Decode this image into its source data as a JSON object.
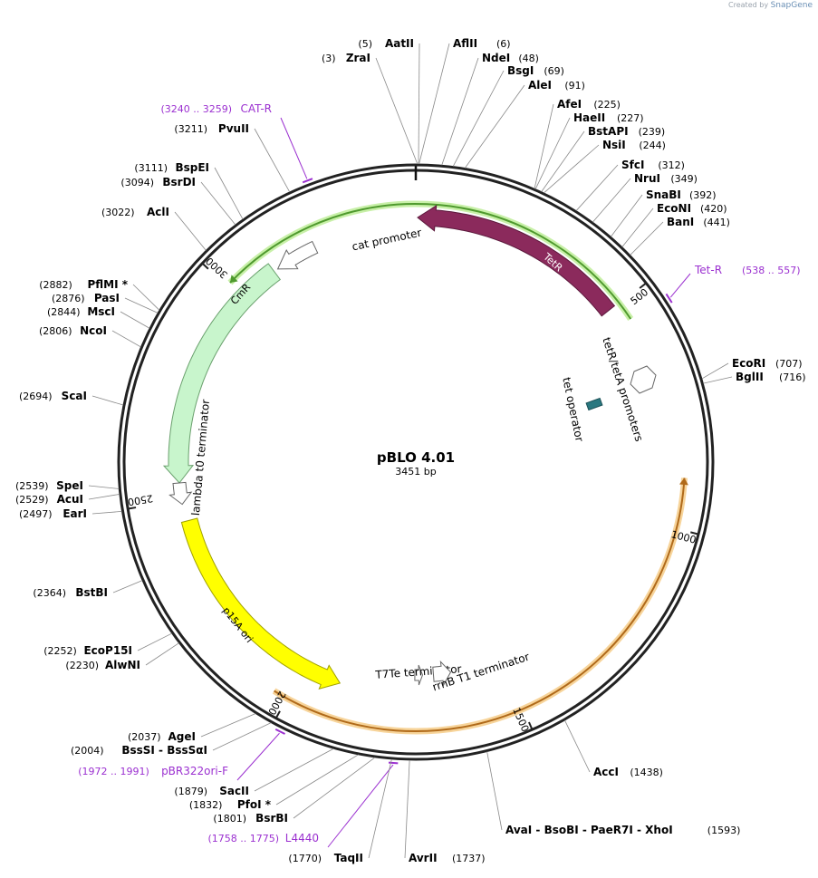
{
  "credit": {
    "created_by": "Created by",
    "brand": "SnapGene"
  },
  "plasmid": {
    "name": "pBLO 4.01",
    "size_label": "3451 bp",
    "length": 3451
  },
  "ticks": [
    {
      "pos": 500,
      "label": "500"
    },
    {
      "pos": 1000,
      "label": "1000"
    },
    {
      "pos": 1500,
      "label": "1500"
    },
    {
      "pos": 2000,
      "label": "2000"
    },
    {
      "pos": 2500,
      "label": "2500"
    },
    {
      "pos": 3000,
      "label": "3000"
    }
  ],
  "features": [
    {
      "name": "TetR",
      "label": "TetR",
      "start": 4,
      "end": 497,
      "strand": "-",
      "color": "#8b2a5c",
      "outline": "#5c1a3d",
      "ring": "inner",
      "label_inside": true
    },
    {
      "name": "CmR",
      "label": "CmR",
      "start": 2540,
      "end": 3100,
      "strand": "-",
      "color": "#c8f5cc",
      "outline": "#6aa06d",
      "ring": "inner",
      "label_inside": true
    },
    {
      "name": "p15A ori",
      "label": "p15A ori",
      "start": 1907,
      "end": 2450,
      "strand": "-",
      "color": "#ffff00",
      "outline": "#a0a000",
      "ring": "inner",
      "label_inside": true
    },
    {
      "name": "cat promoter",
      "label": "cat promoter",
      "start": 3110,
      "end": 3210,
      "strand": "-",
      "color": "#ffffff",
      "outline": "#666666",
      "ring": "inner",
      "label_inside": false
    },
    {
      "name": "tetR/tetA promoters",
      "label": "tetR/tetA promoters",
      "start": 530,
      "end": 590,
      "strand": "both",
      "color": "#ffffff",
      "outline": "#666666",
      "ring": "inner",
      "label_inside": false
    },
    {
      "name": "lambda t0 terminator",
      "label": "lambda t0 terminator",
      "start": 2490,
      "end": 2540,
      "strand": "-",
      "color": "#ffffff",
      "outline": "#666666",
      "ring": "inner",
      "label_inside": false
    },
    {
      "name": "T7Te terminator",
      "label": "T7Te terminator",
      "start": 1708,
      "end": 1728,
      "strand": "-",
      "color": "#ffffff",
      "outline": "#666666",
      "ring": "inner",
      "label_inside": false
    },
    {
      "name": "rrnB T1 terminator",
      "label": "rrnB T1 terminator",
      "start": 1635,
      "end": 1680,
      "strand": "-",
      "color": "#ffffff",
      "outline": "#666666",
      "ring": "inner",
      "label_inside": false
    },
    {
      "name": "tet operator",
      "label": "tet operator",
      "start": 0,
      "end": 0,
      "strand": "none",
      "color": "#2a7880",
      "outline": "#1a4f55",
      "ring": "free",
      "label_inside": false
    }
  ],
  "highlight_arcs": [
    {
      "name": "green-track",
      "start": 3010,
      "end": 540,
      "strand": "-",
      "color": "#4f9a2e",
      "glow": "#c8f0a8"
    },
    {
      "name": "orange-track",
      "start": 895,
      "end": 2030,
      "strand": "-",
      "color": "#b06a1a",
      "glow": "#f7d49a"
    }
  ],
  "primers": [
    {
      "name": "CAT-R",
      "pos_label": "(3240 .. 3259)",
      "start": 3240,
      "end": 3259
    },
    {
      "name": "Tet-R",
      "pos_label": "(538 .. 557)",
      "start": 538,
      "end": 557
    },
    {
      "name": "pBR322ori-F",
      "pos_label": "(1972 .. 1991)",
      "start": 1972,
      "end": 1991
    },
    {
      "name": "L4440",
      "pos_label": "(1758 .. 1775)",
      "start": 1758,
      "end": 1775
    }
  ],
  "sites": [
    {
      "name": "AatII",
      "pos": 5,
      "pos_label": "(5)"
    },
    {
      "name": "ZraI",
      "pos": 3,
      "pos_label": "(3)"
    },
    {
      "name": "AflII",
      "pos": 6,
      "pos_label": "(6)"
    },
    {
      "name": "NdeI",
      "pos": 48,
      "pos_label": "(48)"
    },
    {
      "name": "BsgI",
      "pos": 69,
      "pos_label": "(69)"
    },
    {
      "name": "AleI",
      "pos": 91,
      "pos_label": "(91)"
    },
    {
      "name": "AfeI",
      "pos": 225,
      "pos_label": "(225)"
    },
    {
      "name": "HaeII",
      "pos": 227,
      "pos_label": "(227)"
    },
    {
      "name": "BstAPI",
      "pos": 239,
      "pos_label": "(239)"
    },
    {
      "name": "NsiI",
      "pos": 244,
      "pos_label": "(244)"
    },
    {
      "name": "SfcI",
      "pos": 312,
      "pos_label": "(312)"
    },
    {
      "name": "NruI",
      "pos": 349,
      "pos_label": "(349)"
    },
    {
      "name": "SnaBI",
      "pos": 392,
      "pos_label": "(392)"
    },
    {
      "name": "EcoNI",
      "pos": 420,
      "pos_label": "(420)"
    },
    {
      "name": "BanI",
      "pos": 441,
      "pos_label": "(441)"
    },
    {
      "name": "EcoRI",
      "pos": 707,
      "pos_label": "(707)"
    },
    {
      "name": "BglII",
      "pos": 716,
      "pos_label": "(716)"
    },
    {
      "name": "AccI",
      "pos": 1438,
      "pos_label": "(1438)"
    },
    {
      "name": "AvaI - BsoBI - PaeR7I - XhoI",
      "pos": 1593,
      "pos_label": "(1593)"
    },
    {
      "name": "AvrII",
      "pos": 1737,
      "pos_label": "(1737)"
    },
    {
      "name": "TaqII",
      "pos": 1770,
      "pos_label": "(1770)"
    },
    {
      "name": "BsrBI",
      "pos": 1801,
      "pos_label": "(1801)"
    },
    {
      "name": "PfoI *",
      "pos": 1832,
      "pos_label": "(1832)"
    },
    {
      "name": "SacII",
      "pos": 1879,
      "pos_label": "(1879)"
    },
    {
      "name": "BssSI - BssSαI",
      "pos": 2004,
      "pos_label": "(2004)"
    },
    {
      "name": "AgeI",
      "pos": 2037,
      "pos_label": "(2037)"
    },
    {
      "name": "AlwNI",
      "pos": 2230,
      "pos_label": "(2230)"
    },
    {
      "name": "EcoP15I",
      "pos": 2252,
      "pos_label": "(2252)"
    },
    {
      "name": "BstBI",
      "pos": 2364,
      "pos_label": "(2364)"
    },
    {
      "name": "EarI",
      "pos": 2497,
      "pos_label": "(2497)"
    },
    {
      "name": "AcuI",
      "pos": 2529,
      "pos_label": "(2529)"
    },
    {
      "name": "SpeI",
      "pos": 2539,
      "pos_label": "(2539)"
    },
    {
      "name": "ScaI",
      "pos": 2694,
      "pos_label": "(2694)"
    },
    {
      "name": "NcoI",
      "pos": 2806,
      "pos_label": "(2806)"
    },
    {
      "name": "MscI",
      "pos": 2844,
      "pos_label": "(2844)"
    },
    {
      "name": "PasI",
      "pos": 2876,
      "pos_label": "(2876)"
    },
    {
      "name": "PflMI *",
      "pos": 2882,
      "pos_label": "(2882)"
    },
    {
      "name": "AclI",
      "pos": 3022,
      "pos_label": "(3022)"
    },
    {
      "name": "BsrDI",
      "pos": 3094,
      "pos_label": "(3094)"
    },
    {
      "name": "BspEI",
      "pos": 3111,
      "pos_label": "(3111)"
    },
    {
      "name": "PvuII",
      "pos": 3211,
      "pos_label": "(3211)"
    }
  ]
}
